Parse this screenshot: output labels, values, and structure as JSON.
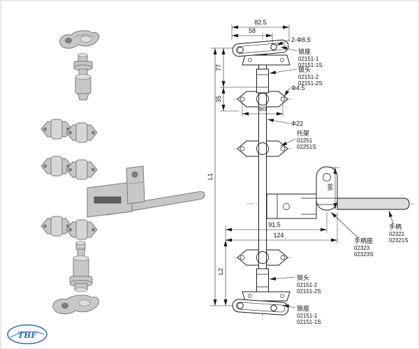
{
  "watermark": {
    "text": "TBF"
  },
  "dims": {
    "top_width": "82.5",
    "top_hole_span": "58",
    "top_holes": "2-Φ8.5",
    "upper_len": "77",
    "upper_len2": "35",
    "bracket_hole_dia": "Φ4.5",
    "bracket_hole_span": "60",
    "rod_dia": "Φ22",
    "overall_len": "L1",
    "handle_height": "98",
    "handle_offset1": "91.5",
    "handle_offset2": "124",
    "lower_len": "L2"
  },
  "parts": {
    "lock_seat_top": {
      "name": "锁座",
      "code": "02151-1",
      "code_s": "02151-1S"
    },
    "lock_head_top": {
      "name": "锁头",
      "code": "02151-2",
      "code_s": "02151-2S"
    },
    "bracket": {
      "name": "托架",
      "code": "02251",
      "code_s": "02251S"
    },
    "handle_seat": {
      "name": "手柄座",
      "code": "02323",
      "code_s": "02323S"
    },
    "handle": {
      "name": "手柄",
      "code": "02321",
      "code_s": "02321S"
    },
    "lock_head_bottom": {
      "name": "锁头",
      "code": "02151-2",
      "code_s": "02151-2S"
    },
    "lock_seat_bottom": {
      "name": "锁座",
      "code": "02151-1",
      "code_s": "02151-1S"
    }
  },
  "colors": {
    "line": "#1a1a1a",
    "metal": "#c7c7c7",
    "handle_fill": "#dcdcdc",
    "watermark_blue": "#2f6fc4"
  }
}
